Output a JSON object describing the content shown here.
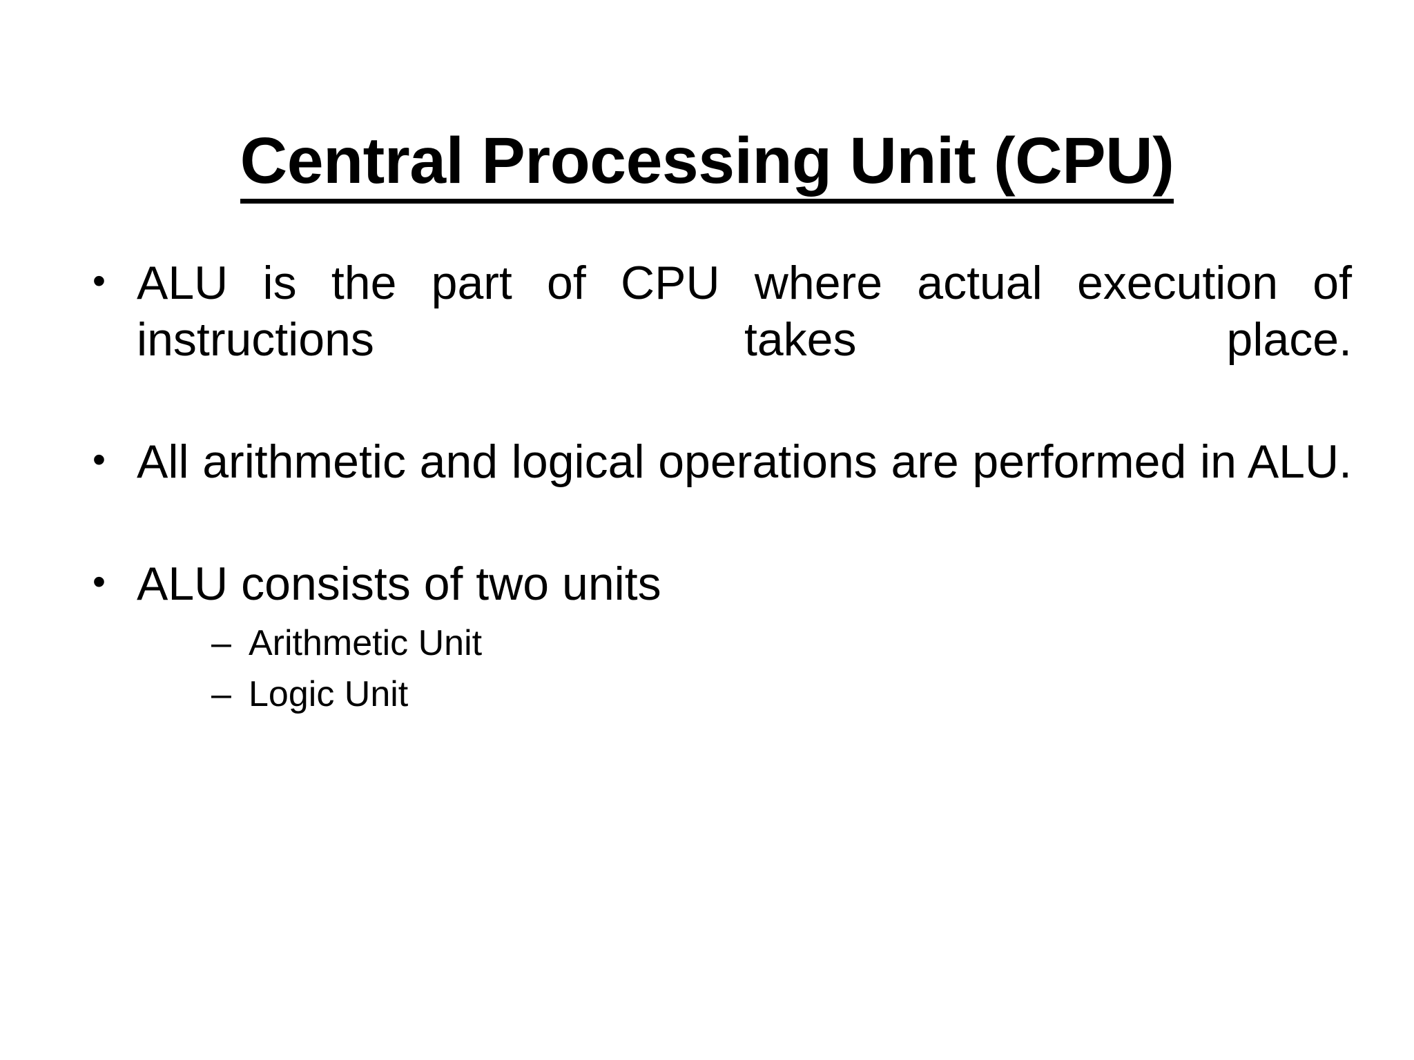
{
  "slide": {
    "title": "Central Processing Unit (CPU)",
    "background_color": "#ffffff",
    "text_color": "#000000",
    "bullet_marker": "•",
    "sub_bullet_marker": "–",
    "bullets": [
      {
        "text": "ALU is the part of CPU where actual execution of instructions takes place."
      },
      {
        "text": "All arithmetic and logical operations are performed in ALU."
      },
      {
        "text": "ALU consists of two units"
      }
    ],
    "sub_bullets": [
      {
        "text": "Arithmetic Unit"
      },
      {
        "text": "Logic Unit"
      }
    ]
  }
}
